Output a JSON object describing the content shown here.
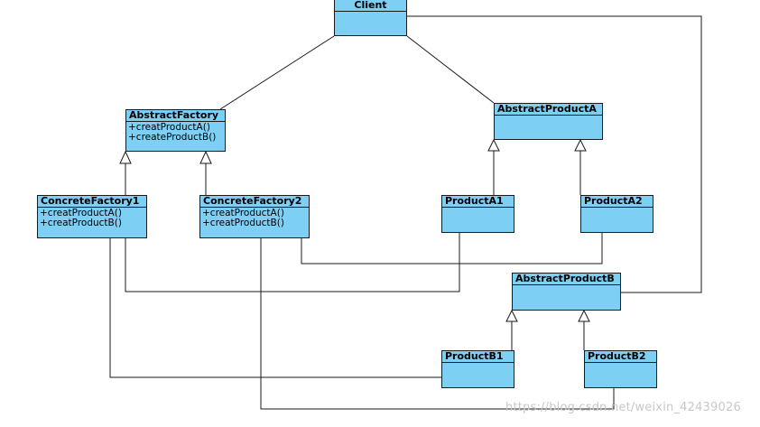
{
  "classes": {
    "client": {
      "name": "Client"
    },
    "abstract_factory": {
      "name": "AbstractFactory",
      "ops": [
        "+creatProductA()",
        "+createProductB()"
      ]
    },
    "concrete_factory1": {
      "name": "ConcreteFactory1",
      "ops": [
        "+creatProductA()",
        "+creatProductB()"
      ]
    },
    "concrete_factory2": {
      "name": "ConcreteFactory2",
      "ops": [
        "+creatProductA()",
        "+creatProductB()"
      ]
    },
    "abstract_product_a": {
      "name": "AbstractProductA"
    },
    "product_a1": {
      "name": "ProductA1"
    },
    "product_a2": {
      "name": "ProductA2"
    },
    "abstract_product_b": {
      "name": "AbstractProductB"
    },
    "product_b1": {
      "name": "ProductB1"
    },
    "product_b2": {
      "name": "ProductB2"
    }
  },
  "watermark": "https://blog.csdn.net/weixin_42439026",
  "colors": {
    "class_fill": "#7ecff4",
    "line": "#1a1a1a"
  }
}
